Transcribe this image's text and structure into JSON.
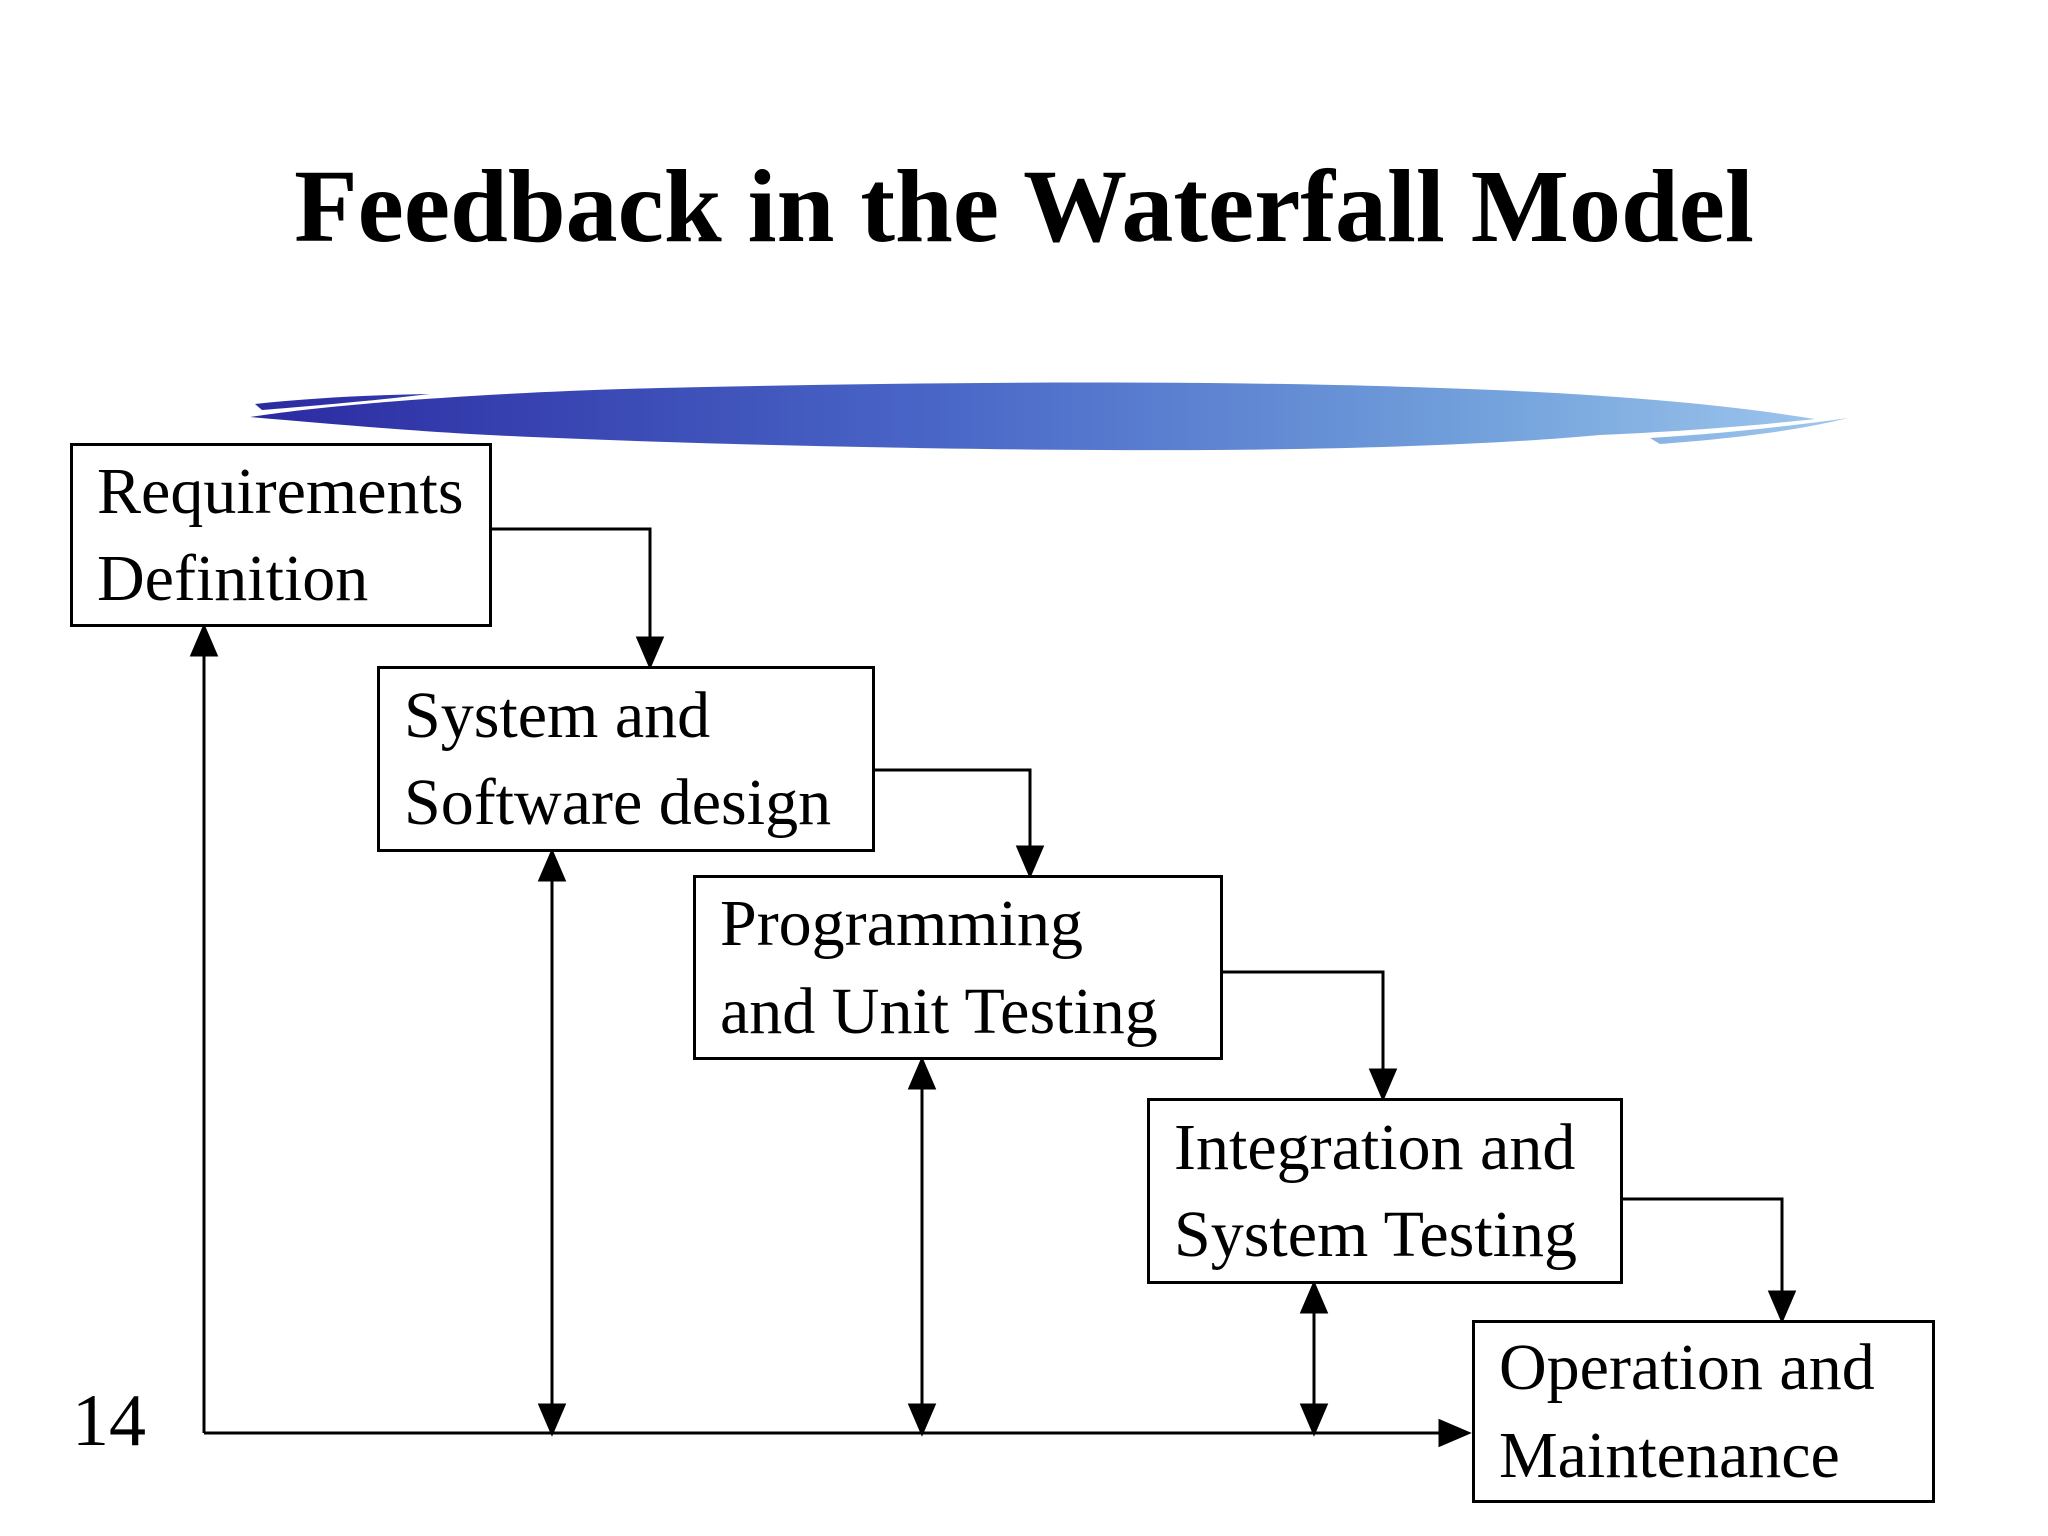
{
  "slide": {
    "title": "Feedback in the Waterfall Model",
    "page_number": "14"
  },
  "colors": {
    "background": "#ffffff",
    "text": "#000000",
    "line": "#000000",
    "box_border": "#000000",
    "box_fill": "#ffffff",
    "swoosh_left": "#2b2aa1",
    "swoosh_mid": "#4a68c8",
    "swoosh_light": "#74a3dc",
    "swoosh_right": "#9cc4ec"
  },
  "diagram": {
    "boxes": [
      {
        "name": "requirements-definition",
        "lines": [
          "Requirements",
          "Definition"
        ]
      },
      {
        "name": "system-software-design",
        "lines": [
          "System and",
          "Software design"
        ]
      },
      {
        "name": "programming-unit-testing",
        "lines": [
          "Programming",
          "and Unit Testing"
        ]
      },
      {
        "name": "integration-system-testing",
        "lines": [
          "Integration and",
          "System Testing"
        ]
      },
      {
        "name": "operation-maintenance",
        "lines": [
          "Operation and",
          "Maintenance"
        ]
      }
    ]
  }
}
